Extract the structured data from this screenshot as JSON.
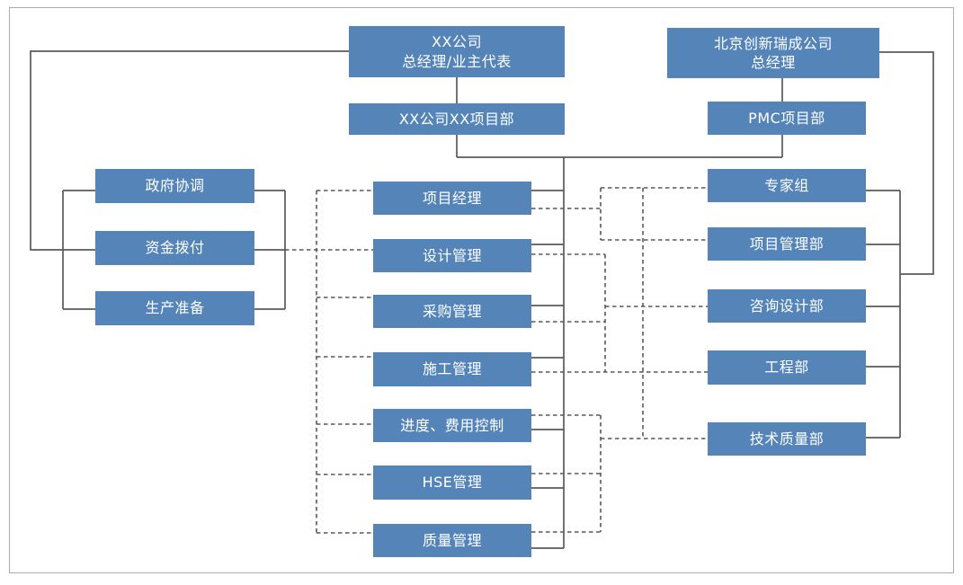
{
  "diagram": {
    "type": "org-chart",
    "boxes": {
      "owner_gm": "XX公司\n总经理/业主代表",
      "owner_project_dept": "XX公司XX项目部",
      "pmc_gm": "北京创新瑞成公司\n总经理",
      "pmc_project_dept": "PMC项目部",
      "left": [
        "政府协调",
        "资金拨付",
        "生产准备"
      ],
      "middle": [
        "项目经理",
        "设计管理",
        "采购管理",
        "施工管理",
        "进度、费用控制",
        "HSE管理",
        "质量管理"
      ],
      "right": [
        "专家组",
        "项目管理部",
        "咨询设计部",
        "工程部",
        "技术质量部"
      ]
    },
    "connections": {
      "solid": [
        "XX公司总经理/业主代表 → XX公司XX项目部",
        "XX公司总经理/业主代表 → 政府协调/资金拨付/生产准备",
        "北京创新瑞成公司总经理 → PMC项目部",
        "北京创新瑞成公司总经理 → 专家组/项目管理部/咨询设计部/工程部/技术质量部",
        "XX公司XX项目部 + PMC项目部 → 项目经理/设计管理/采购管理/施工管理/进度、费用控制/HSE管理/质量管理"
      ],
      "dashed": [
        "政府协调/资金拨付/生产准备 ↔ 中间各管理职能",
        "项目经理 ↔ 专家组/项目管理部",
        "设计管理/采购管理 ↔ 咨询设计部",
        "施工管理 ↔ 工程部",
        "进度、费用控制/HSE管理/质量管理 ↔ 技术质量部"
      ]
    },
    "colors": {
      "box_fill": "#5585b8",
      "box_text": "#ffffff",
      "line": "#595959",
      "border": "#ababab"
    }
  }
}
